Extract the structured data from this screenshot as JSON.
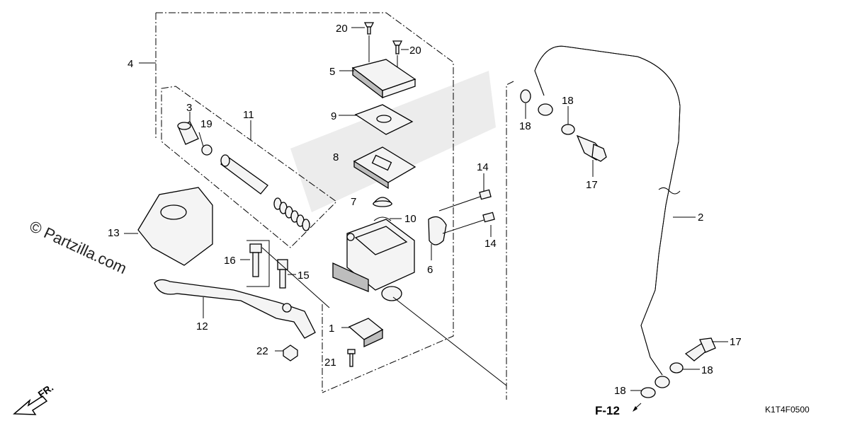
{
  "watermark": "© Partzilla.com",
  "diagram_code": "K1T4F0500",
  "ref_label": "F-12",
  "direction_label": "FR.",
  "callouts": {
    "c1": "1",
    "c2": "2",
    "c3": "3",
    "c4": "4",
    "c5": "5",
    "c6": "6",
    "c7": "7",
    "c8": "8",
    "c9": "9",
    "c10": "10",
    "c11": "11",
    "c12": "12",
    "c13": "13",
    "c14a": "14",
    "c14b": "14",
    "c15": "15",
    "c16": "16",
    "c17a": "17",
    "c17b": "17",
    "c18a": "18",
    "c18b": "18",
    "c18c": "18",
    "c18d": "18",
    "c19": "19",
    "c20a": "20",
    "c20b": "20",
    "c21": "21",
    "c22": "22"
  }
}
